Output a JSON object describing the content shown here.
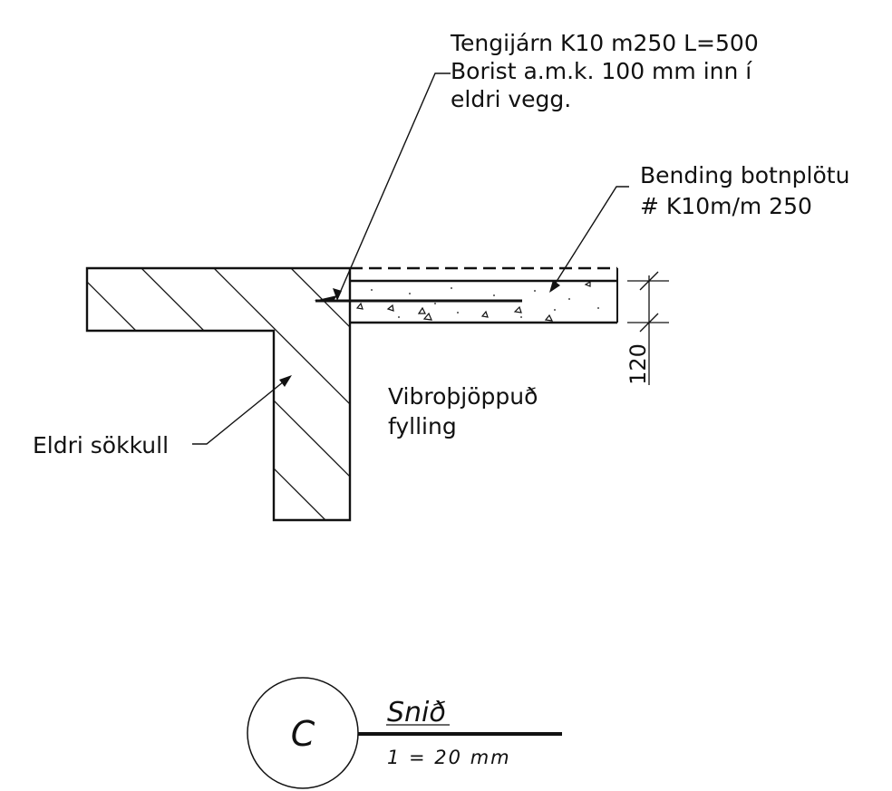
{
  "annotations": {
    "connection_bars": [
      "Tengijárn K10 m250 L=500",
      "Borist a.m.k. 100 mm inn í",
      "eldri vegg."
    ],
    "slab_reinforcement": [
      "Bending botnplötu",
      "# K10m/m 250"
    ],
    "fill": [
      "Vibroþjöppuð",
      "fylling"
    ],
    "old_footing": "Eldri sökkull"
  },
  "dimensions": {
    "slab_thickness": "120"
  },
  "title_block": {
    "section_letter": "C",
    "title": "Snið",
    "scale": "1 = 20 mm"
  }
}
